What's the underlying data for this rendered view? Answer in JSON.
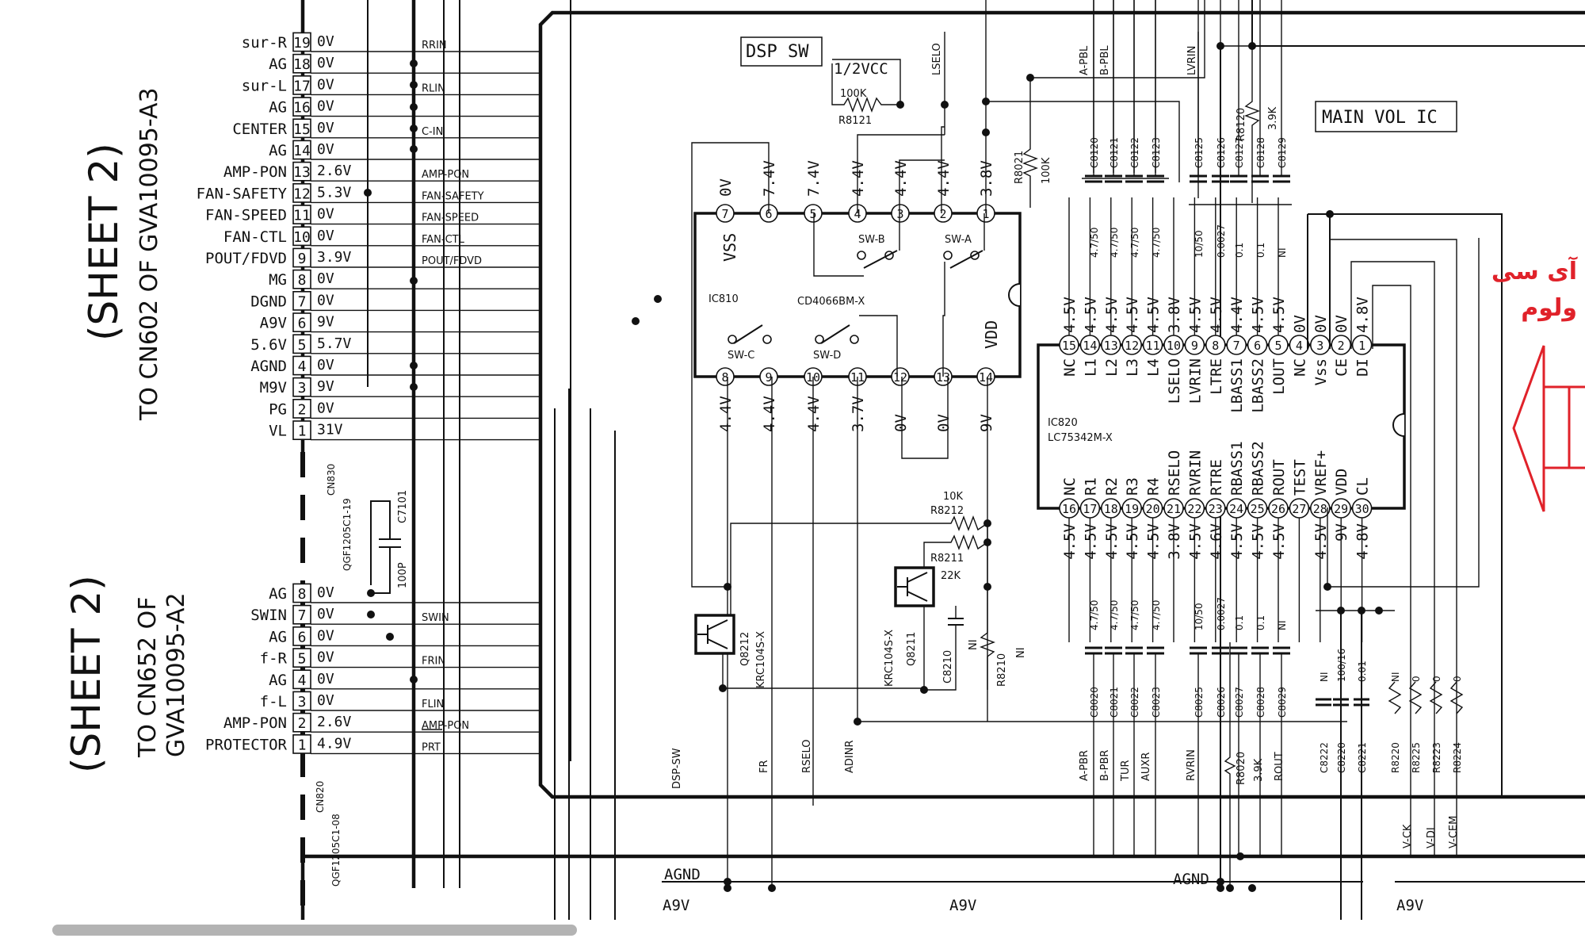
{
  "cn_a": {
    "sheet": "(SHEET 2)",
    "to": "TO CN602 OF GVA10095-A3",
    "ref": "CN830",
    "part": "QGF1205C1-19",
    "pins": [
      {
        "n": "19",
        "name": "sur-R",
        "v": "0V",
        "net": "RRIN"
      },
      {
        "n": "18",
        "name": "AG",
        "v": "0V",
        "net": ""
      },
      {
        "n": "17",
        "name": "sur-L",
        "v": "0V",
        "net": "RLIN"
      },
      {
        "n": "16",
        "name": "AG",
        "v": "0V",
        "net": ""
      },
      {
        "n": "15",
        "name": "CENTER",
        "v": "0V",
        "net": "C-IN"
      },
      {
        "n": "14",
        "name": "AG",
        "v": "0V",
        "net": ""
      },
      {
        "n": "13",
        "name": "AMP-PON",
        "v": "2.6V",
        "net": "AMP-PON"
      },
      {
        "n": "12",
        "name": "FAN-SAFETY",
        "v": "5.3V",
        "net": "FAN-SAFETY"
      },
      {
        "n": "11",
        "name": "FAN-SPEED",
        "v": "0V",
        "net": "FAN-SPEED"
      },
      {
        "n": "10",
        "name": "FAN-CTL",
        "v": "0V",
        "net": "FAN-CTL"
      },
      {
        "n": "9",
        "name": "POUT/FDVD",
        "v": "3.9V",
        "net": "POUT/FDVD"
      },
      {
        "n": "8",
        "name": "MG",
        "v": "0V",
        "net": ""
      },
      {
        "n": "7",
        "name": "DGND",
        "v": "0V",
        "net": ""
      },
      {
        "n": "6",
        "name": "A9V",
        "v": "9V",
        "net": ""
      },
      {
        "n": "5",
        "name": "5.6V",
        "v": "5.7V",
        "net": ""
      },
      {
        "n": "4",
        "name": "AGND",
        "v": "0V",
        "net": ""
      },
      {
        "n": "3",
        "name": "M9V",
        "v": "9V",
        "net": ""
      },
      {
        "n": "2",
        "name": "PG",
        "v": "0V",
        "net": ""
      },
      {
        "n": "1",
        "name": "VL",
        "v": "31V",
        "net": ""
      }
    ]
  },
  "cn_b": {
    "sheet": "(SHEET 2)",
    "to_line1": "TO CN652 OF",
    "to_line2": "GVA10095-A2",
    "ref": "CN820",
    "part": "QGF1205C1-08",
    "pins": [
      {
        "n": "8",
        "name": "AG",
        "v": "0V",
        "net": ""
      },
      {
        "n": "7",
        "name": "SWIN",
        "v": "0V",
        "net": "SWIN"
      },
      {
        "n": "6",
        "name": "AG",
        "v": "0V",
        "net": ""
      },
      {
        "n": "5",
        "name": "f-R",
        "v": "0V",
        "net": "FRIN"
      },
      {
        "n": "4",
        "name": "AG",
        "v": "0V",
        "net": ""
      },
      {
        "n": "3",
        "name": "f-L",
        "v": "0V",
        "net": "FLIN"
      },
      {
        "n": "2",
        "name": "AMP-PON",
        "v": "2.6V",
        "net": "AMP-PON"
      },
      {
        "n": "1",
        "name": "PROTECTOR",
        "v": "4.9V",
        "net": "PRT"
      }
    ]
  },
  "c7101": {
    "ref": "C7101",
    "val": "100P"
  },
  "dsp": {
    "box_label": "DSP SW",
    "half_vcc": "1/2VCC",
    "r8121": {
      "val": "100K",
      "ref": "R8121"
    },
    "r8021": {
      "val": "100K",
      "ref": "R8021"
    },
    "lselo_net": "LSELO",
    "ic_ref": "IC810",
    "ic_part": "CD4066BM-X",
    "vss": "VSS",
    "vdd": "VDD",
    "top_pins": [
      {
        "n": "7",
        "v": "0V"
      },
      {
        "n": "6",
        "v": "7.4V"
      },
      {
        "n": "5",
        "v": "7.4V"
      },
      {
        "n": "4",
        "v": "4.4V"
      },
      {
        "n": "3",
        "v": "4.4V"
      },
      {
        "n": "2",
        "v": "4.4V"
      },
      {
        "n": "1",
        "v": "3.8V"
      }
    ],
    "bottom_pins": [
      {
        "n": "8",
        "v": "4.4V"
      },
      {
        "n": "9",
        "v": "4.4V"
      },
      {
        "n": "10",
        "v": "4.4V"
      },
      {
        "n": "11",
        "v": "3.7V"
      },
      {
        "n": "12",
        "v": "0V"
      },
      {
        "n": "13",
        "v": "0V"
      },
      {
        "n": "14",
        "v": "9V"
      }
    ],
    "switches": [
      "SW-B",
      "SW-A",
      "SW-C",
      "SW-D"
    ],
    "r8212": {
      "val": "10K",
      "ref": "R8212"
    },
    "r8211": {
      "val": "22K",
      "ref": "R8211"
    },
    "q8212": {
      "ref": "Q8212",
      "part": "KRC104S-X"
    },
    "q8211": {
      "ref": "Q8211",
      "part": "KRC104S-X"
    },
    "c8210": {
      "ref": "C8210",
      "val": "NI"
    },
    "r8210": {
      "ref": "R8210",
      "val": "NI"
    },
    "bottom_nets": [
      "DSP-SW",
      "FR",
      "RSELO",
      "ADINR"
    ]
  },
  "vol": {
    "box_label": "MAIN VOL IC",
    "ic_ref": "IC820",
    "ic_part": "LC75342M-X",
    "top_pins": [
      {
        "n": "15",
        "name": "NC",
        "v": "4.5V"
      },
      {
        "n": "14",
        "name": "L1",
        "v": "4.5V"
      },
      {
        "n": "13",
        "name": "L2",
        "v": "4.5V"
      },
      {
        "n": "12",
        "name": "L3",
        "v": "4.5V"
      },
      {
        "n": "11",
        "name": "L4",
        "v": "4.5V"
      },
      {
        "n": "10",
        "name": "LSELO",
        "v": "3.8V"
      },
      {
        "n": "9",
        "name": "LVRIN",
        "v": "4.5V"
      },
      {
        "n": "8",
        "name": "LTRE",
        "v": "4.5V"
      },
      {
        "n": "7",
        "name": "LBASS1",
        "v": "4.4V"
      },
      {
        "n": "6",
        "name": "LBASS2",
        "v": "4.5V"
      },
      {
        "n": "5",
        "name": "LOUT",
        "v": "4.5V"
      },
      {
        "n": "4",
        "name": "NC",
        "v": "0V"
      },
      {
        "n": "3",
        "name": "Vss",
        "v": "0V"
      },
      {
        "n": "2",
        "name": "CE",
        "v": "0V"
      },
      {
        "n": "1",
        "name": "DI",
        "v": "4.8V"
      }
    ],
    "bottom_pins": [
      {
        "n": "16",
        "name": "NC",
        "v": "4.5V"
      },
      {
        "n": "17",
        "name": "R1",
        "v": "4.5V"
      },
      {
        "n": "18",
        "name": "R2",
        "v": "4.5V"
      },
      {
        "n": "19",
        "name": "R3",
        "v": "4.5V"
      },
      {
        "n": "20",
        "name": "R4",
        "v": "4.5V"
      },
      {
        "n": "21",
        "name": "RSELO",
        "v": "3.8V"
      },
      {
        "n": "22",
        "name": "RVRIN",
        "v": "4.5V"
      },
      {
        "n": "23",
        "name": "RTRE",
        "v": "4.6V"
      },
      {
        "n": "24",
        "name": "RBASS1",
        "v": "4.5V"
      },
      {
        "n": "25",
        "name": "RBASS2",
        "v": "4.5V"
      },
      {
        "n": "26",
        "name": "ROUT",
        "v": "4.5V"
      },
      {
        "n": "27",
        "name": "TEST",
        "v": ""
      },
      {
        "n": "28",
        "name": "VREF+",
        "v": "4.5V"
      },
      {
        "n": "29",
        "name": "VDD",
        "v": "9V"
      },
      {
        "n": "30",
        "name": "CL",
        "v": "4.8V"
      }
    ],
    "top_nets": [
      "A-PBL",
      "B-PBL",
      "LVRIN"
    ],
    "top_caps": [
      {
        "ref": "C8120",
        "val": "4.7/50"
      },
      {
        "ref": "C8121",
        "val": "4.7/50"
      },
      {
        "ref": "C8122",
        "val": "4.7/50"
      },
      {
        "ref": "C8123",
        "val": "4.7/50"
      },
      {
        "ref": "C8125",
        "val": "10/50"
      },
      {
        "ref": "C8126",
        "val": "0.0027"
      },
      {
        "ref": "C8127",
        "val": "0.1"
      },
      {
        "ref": "C8128",
        "val": "0.1"
      },
      {
        "ref": "C8129",
        "val": "NI"
      }
    ],
    "r8120": {
      "ref": "R8120",
      "val": "3.9K"
    },
    "bottom_caps": [
      {
        "ref": "C8020",
        "val": "4.7/50"
      },
      {
        "ref": "C8021",
        "val": "4.7/50"
      },
      {
        "ref": "C8022",
        "val": "4.7/50"
      },
      {
        "ref": "C8023",
        "val": "4.7/50"
      },
      {
        "ref": "C8025",
        "val": "10/50"
      },
      {
        "ref": "C8026",
        "val": "0.0027"
      },
      {
        "ref": "C8027",
        "val": "0.1"
      },
      {
        "ref": "C8028",
        "val": "0.1"
      },
      {
        "ref": "C8029",
        "val": "NI"
      }
    ],
    "bottom_nets": [
      "A-PBR",
      "B-PBR",
      "TUR",
      "AUXR",
      "RVRIN",
      "ROUT"
    ],
    "r8020": {
      "ref": "R8020",
      "val": "3.9K"
    },
    "right_parts": [
      {
        "ref": "C8222",
        "val": "NI"
      },
      {
        "ref": "C8220",
        "val": "100/16"
      },
      {
        "ref": "C8221",
        "val": "0.01"
      },
      {
        "ref": "R8220",
        "val": "NI"
      },
      {
        "ref": "R8225",
        "val": "0"
      },
      {
        "ref": "R8223",
        "val": "0"
      },
      {
        "ref": "R8224",
        "val": "0"
      }
    ],
    "ctrl_nets": [
      "V-CK",
      "V-DI",
      "V-CEM"
    ]
  },
  "rails": {
    "agnd": "AGND",
    "a9v": "A9V"
  },
  "annotation": {
    "line1": "آی سی",
    "line2": "ولوم",
    "color": "#e0222a"
  }
}
